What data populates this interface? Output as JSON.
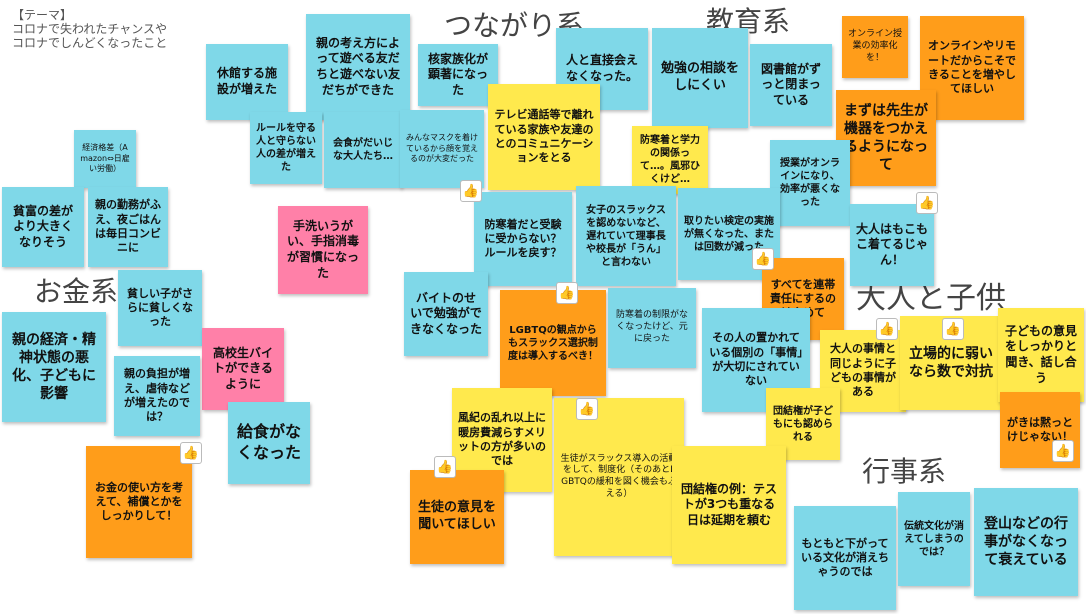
{
  "theme": {
    "line1": "【テーマ】",
    "line2": "コロナで失われたチャンスや",
    "line3": "コロナでしんどくなったこと"
  },
  "categories": {
    "tsunagari": "つながり系",
    "kyoiku": "教育系",
    "okane": "お金系",
    "otona": "大人と子供",
    "gyoji": "行事系"
  },
  "notes": {
    "n1": "経済格差（Amazon⇔日雇い労働）",
    "n2": "貧富の差がより大きくなりそう",
    "n3": "親の勤務がふえ、夜ごはんは毎日コンビニに",
    "n4": "休館する施設が増えた",
    "n5": "親の考え方によって遊べる友だちと遊べない友だちができた",
    "n6": "ルールを守る人と守らない人の差が増えた",
    "n7": "会食がだいじな大人たち…",
    "n8": "核家族化が顕著になった",
    "n9": "みんなマスクを着けているから顔を覚えるのが大変だった",
    "n10": "人と直接会えなくなった。",
    "n11": "テレビ通話等で離れている家族や友達のとのコミュニケーションをとる",
    "n12": "勉強の相談をしにくい",
    "n13": "図書館がずっと閉まっている",
    "n14": "オンライン授業の効率化を！",
    "n15": "オンラインやリモートだからこそできることを増やしてほしい",
    "n16": "まずは先生が機器をつかえるようになって",
    "n17": "防寒着と学力の関係って…。風邪ひくけど…",
    "n18": "授業がオンラインになり、効率が悪くなった",
    "n19": "手洗いうがい、手指消毒が習慣になった",
    "n20": "防寒着だと受験に受からない？ルールを戻す？",
    "n21": "女子のスラックスを認めないなど、遅れていて理事長や校長が「うん」と言わない",
    "n22": "取りたい検定の実施が無くなった、または回数が減った",
    "n23": "大人はもこもこ着てるじゃん！",
    "n24": "すべてを連帯責任にするのはやめて",
    "n25": "貧しい子がさらに貧しくなった",
    "n26": "親の経済・精神状態の悪化、子どもに影響",
    "n27": "バイトのせいで勉強ができなくなった",
    "n28": "LGBTQの観点からもスラックス選択制度は導入するべき！",
    "n29": "防寒着の制限がなくなったけど、元に戻った",
    "n30": "高校生バイトができるように",
    "n31": "親の負担が増え、虐待などが増えたのでは？",
    "n32": "給食がなくなった",
    "n33": "その人の置かれている個別の「事情」が大切にされていない",
    "n34": "大人の事情と同じように子どもの事情がある",
    "n35": "立場的に弱いなら数で対抗",
    "n36": "子どもの意見をしっかりと聞き、話し合う",
    "n37": "風紀の乱れ以上に暖房費減らすメリットの方が多いのでは",
    "n38": "生徒がスラックス導入の活動をして、制度化（そのあとLGBTQの緩和を図く機会もふえる）",
    "n39": "団結権が子どもにも認められる",
    "n40": "がきは黙っとけじゃない！",
    "n41": "お金の使い方を考えて、補償とかをしっかりして！",
    "n42": "生徒の意見を聞いてほしい",
    "n43": "団結権の例：テストが3つも重なる日は延期を頼む",
    "n44": "もともと下がっている文化が消えちゃうのでは",
    "n45": "伝統文化が消えてしまうのでは？",
    "n46": "登山などの行事がなくなって衰えている"
  }
}
